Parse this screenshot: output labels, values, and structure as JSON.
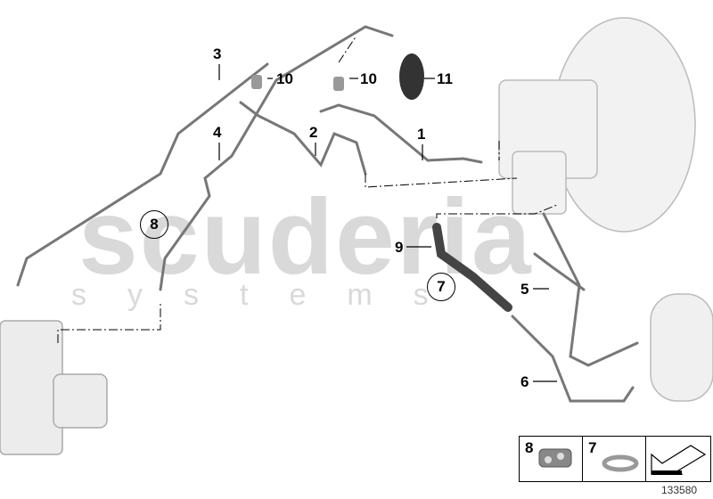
{
  "watermark": {
    "main": "scuderia",
    "sub": "systems"
  },
  "callouts": [
    {
      "id": "1",
      "label": "1"
    },
    {
      "id": "2",
      "label": "2"
    },
    {
      "id": "3",
      "label": "3"
    },
    {
      "id": "4",
      "label": "4"
    },
    {
      "id": "5",
      "label": "5"
    },
    {
      "id": "6",
      "label": "6"
    },
    {
      "id": "9",
      "label": "9"
    },
    {
      "id": "10a",
      "label": "10"
    },
    {
      "id": "10b",
      "label": "10"
    },
    {
      "id": "11",
      "label": "11"
    }
  ],
  "circled_refs": [
    {
      "label": "8"
    },
    {
      "label": "7"
    }
  ],
  "legend": [
    {
      "num": "8",
      "icon": "clip-icon"
    },
    {
      "num": "7",
      "icon": "hose-clamp-icon"
    },
    {
      "num": "",
      "icon": "arrow-icon"
    }
  ],
  "document_id": "133580"
}
